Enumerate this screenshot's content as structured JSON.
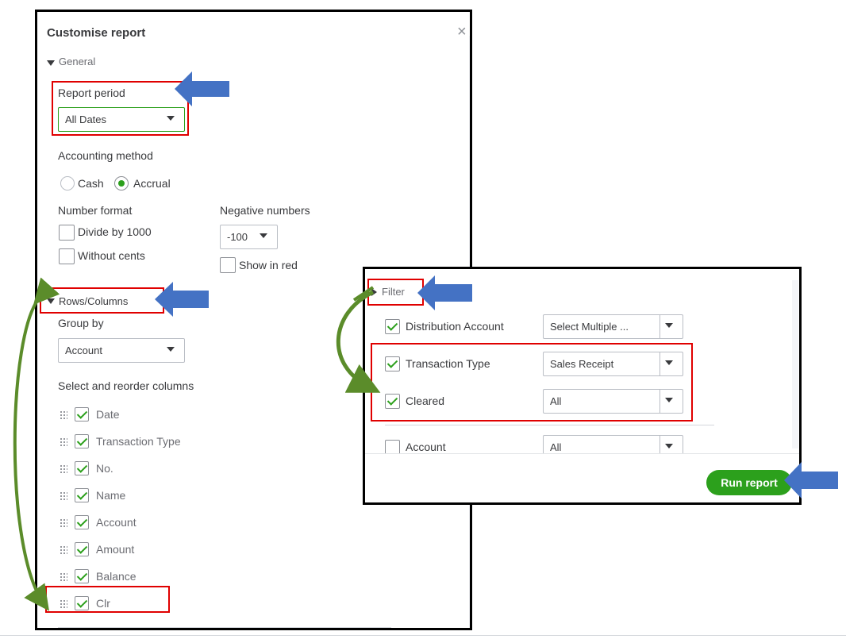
{
  "panel": {
    "title": "Customise report",
    "close_icon": "×",
    "general_label": "General",
    "report_period_label": "Report period",
    "report_period_value": "All Dates",
    "accounting_method_label": "Accounting method",
    "cash_label": "Cash",
    "accrual_label": "Accrual",
    "accounting_method_selected": "Accrual",
    "number_format_label": "Number format",
    "divide_label": "Divide by 1000",
    "without_cents_label": "Without cents",
    "negative_numbers_label": "Negative numbers",
    "negative_value": "-100",
    "show_red_label": "Show in red",
    "rows_columns_label": "Rows/Columns",
    "group_by_label": "Group by",
    "group_by_value": "Account",
    "select_columns_label": "Select and reorder columns",
    "columns": [
      {
        "label": "Date",
        "checked": true
      },
      {
        "label": "Transaction Type",
        "checked": true
      },
      {
        "label": "No.",
        "checked": true
      },
      {
        "label": "Name",
        "checked": true
      },
      {
        "label": "Account",
        "checked": true
      },
      {
        "label": "Amount",
        "checked": true
      },
      {
        "label": "Balance",
        "checked": true
      },
      {
        "label": "Clr",
        "checked": true
      }
    ]
  },
  "filter": {
    "label": "Filter",
    "rows": [
      {
        "label": "Distribution Account",
        "checked": true,
        "value": "Select Multiple ..."
      },
      {
        "label": "Transaction Type",
        "checked": true,
        "value": "Sales Receipt"
      },
      {
        "label": "Cleared",
        "checked": true,
        "value": "All"
      },
      {
        "label": "Account",
        "checked": false,
        "value": "All"
      }
    ],
    "run_button": "Run report"
  },
  "colors": {
    "accent_green": "#2ca01c",
    "highlight_red": "#e00000",
    "arrow_blue": "#4472c4",
    "curve_green": "#5b8c2a"
  },
  "icons": [
    "close-icon",
    "caret-down-icon",
    "checkmark-icon",
    "drag-handle-icon",
    "arrow-pointer-icon",
    "curved-arrow-icon"
  ]
}
